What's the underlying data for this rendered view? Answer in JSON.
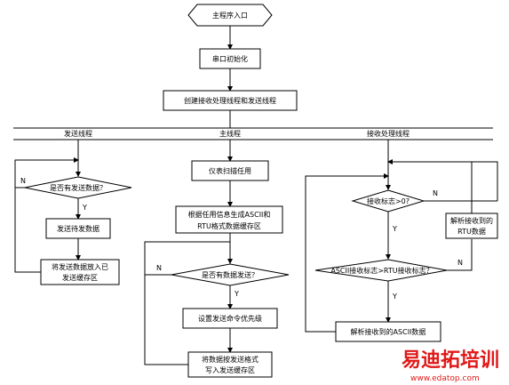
{
  "nodes": {
    "entry": "主程序入口",
    "serial_init": "串口初始化",
    "create_tasks": "创建接收处理线程和发送线程",
    "meter_scan": "仪表扫描任用",
    "gen_data": [
      "根据任用信息生成ASCII和",
      "RTU格式数据缓存区"
    ],
    "has_send_data": "是否有发送数据？",
    "send_data": "发送待发数据",
    "put_send_buffer": [
      "将发送数据放入已",
      "发送缓存区"
    ],
    "has_data_send": "是否有数据发送？",
    "set_priority": "设置发送命令优先级",
    "write_buffer": [
      "将数据按发送格式",
      "写入发送缓存区"
    ],
    "recv_gt_zero": "接收标志>0?",
    "ascii_gt_rtu": "ASCII接收标志>RTU接收标志？",
    "parse_ascii": "解析接收到的ASCII数据",
    "parse_rtu": [
      "解析接收到的",
      "RTU数据"
    ]
  },
  "swimlanes": [
    "发送线程",
    "主线程",
    "接收处理线程"
  ],
  "branch_labels": {
    "yes": "Y",
    "no": "N"
  },
  "watermark": {
    "main": "易迪拓培训",
    "url": "www.edatop.com"
  },
  "colors": {
    "line": "#000000",
    "watermark": "#e01818"
  }
}
